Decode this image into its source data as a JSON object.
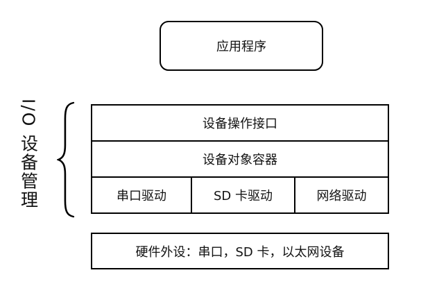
{
  "diagram": {
    "app_box_label": "应用程序",
    "side_label": "I/O 设备管理",
    "stack": {
      "layer_top": "设备操作接口",
      "layer_middle": "设备对象容器",
      "drivers": [
        "串口驱动",
        "SD 卡驱动",
        "网络驱动"
      ]
    },
    "hardware_box_label": "硬件外设：串口，SD 卡，以太网设备",
    "colors": {
      "line": "#000000",
      "background": "#ffffff",
      "text": "#121212"
    }
  }
}
